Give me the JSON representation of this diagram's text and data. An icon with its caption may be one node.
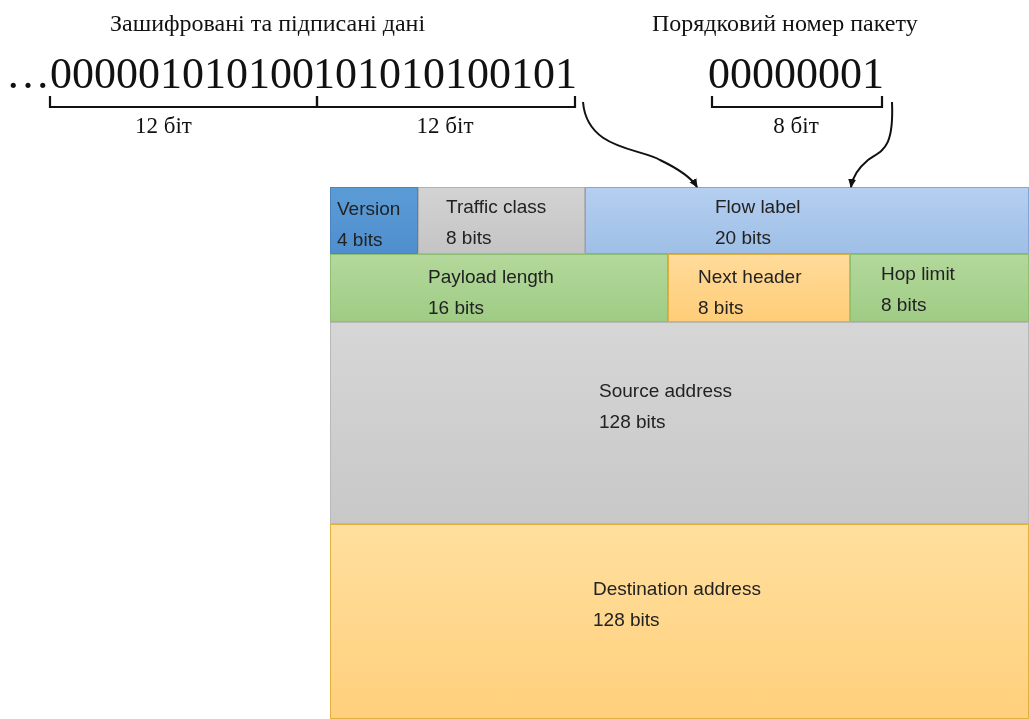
{
  "diagram": {
    "nodes": [
      {
        "text": [
          "101010100101"
        ],
        "beside": [
          "12 біт"
        ]
      },
      {
        "text": [
          "00000001"
        ],
        "beside": [
          "8 біт"
        ]
      },
      {
        "text": [
          "Version",
          "4 bits"
        ]
      },
      {
        "text": [
          "Traffic class",
          "8 bits"
        ]
      },
      {
        "text": [
          "Flow label",
          "20 bits"
        ]
      },
      {
        "text": [
          "Payload length",
          "16 bits"
        ]
      },
      {
        "text": [
          "Next header",
          "8 bits"
        ]
      },
      {
        "text": [
          "Hop limit",
          "8 bits"
        ]
      },
      {
        "text": [
          "Source address",
          "128 bits"
        ]
      },
      {
        "text": [
          "Destination address",
          "128 bits"
        ]
      }
    ],
    "edges": [
      {
        "from": 0,
        "to": 4,
        "arrow": "to"
      },
      {
        "from": 1,
        "to": 4,
        "arrow": "to"
      }
    ],
    "labels": [
      "Зашифровані та підписані дані",
      "…000001010100",
      "12 біт",
      "Порядковий номер пакету"
    ]
  }
}
